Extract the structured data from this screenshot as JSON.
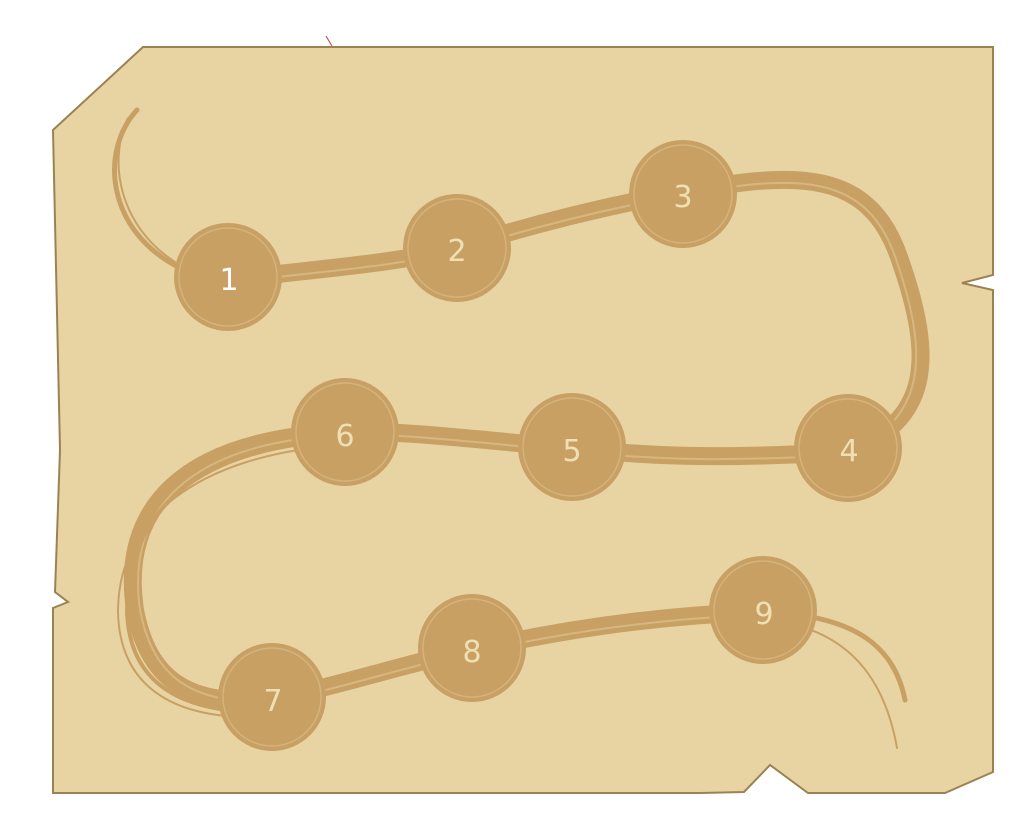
{
  "level_map": {
    "colors": {
      "paper": "#e8d4a2",
      "paper_edge": "#9b8252",
      "path": "#c9a064",
      "path_highlight": "#dcc08c",
      "node": "#c9a064",
      "label": "#efe0b4",
      "label_current": "#ffffff"
    },
    "levels": [
      {
        "label": "1",
        "current": true
      },
      {
        "label": "2",
        "current": false
      },
      {
        "label": "3",
        "current": false
      },
      {
        "label": "4",
        "current": false
      },
      {
        "label": "5",
        "current": false
      },
      {
        "label": "6",
        "current": false
      },
      {
        "label": "7",
        "current": false
      },
      {
        "label": "8",
        "current": false
      },
      {
        "label": "9",
        "current": false
      }
    ]
  }
}
